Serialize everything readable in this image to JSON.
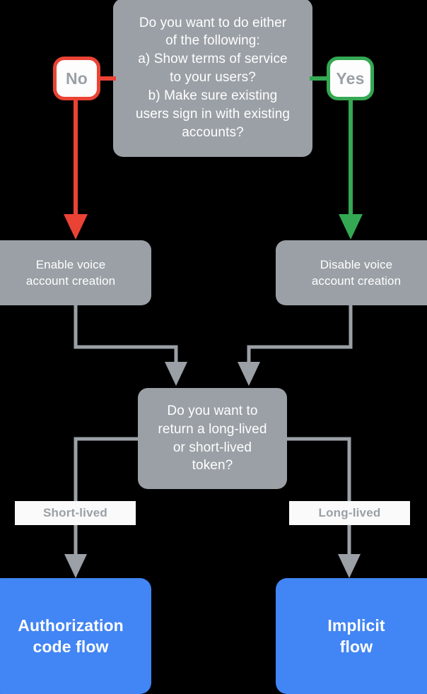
{
  "diagram": {
    "title": "Account linking flow decision chart",
    "background_color": "#000000",
    "colors": {
      "decision_fill": "#9aa0a6",
      "process_fill": "#9aa0a6",
      "terminal_fill": "#4285f4",
      "no_accent": "#ea4335",
      "yes_accent": "#34a853",
      "connector": "#9aa0a6",
      "label_fill": "#fafafa",
      "label_text": "#9aa0a6",
      "node_text": "#ffffff"
    }
  },
  "nodes": {
    "top_decision": {
      "text": "Do you want to do either\nof the following:\na) Show terms of service\nto your users?\nb) Make sure existing\nusers sign in with existing\naccounts?",
      "type": "decision"
    },
    "enable_voice": {
      "text": "Enable voice\naccount creation",
      "type": "process"
    },
    "disable_voice": {
      "text": "Disable voice\naccount creation",
      "type": "process"
    },
    "token_decision": {
      "text": "Do you want to\nreturn a long-lived\nor short-lived\ntoken?",
      "type": "decision"
    },
    "auth_code_flow": {
      "text": "Authorization\ncode flow",
      "type": "terminal"
    },
    "implicit_flow": {
      "text": "Implicit\nflow",
      "type": "terminal"
    }
  },
  "badges": {
    "no": {
      "label": "No",
      "accent": "#ea4335"
    },
    "yes": {
      "label": "Yes",
      "accent": "#34a853"
    }
  },
  "edge_labels": {
    "short_lived": "Short-lived",
    "long_lived": "Long-lived"
  }
}
